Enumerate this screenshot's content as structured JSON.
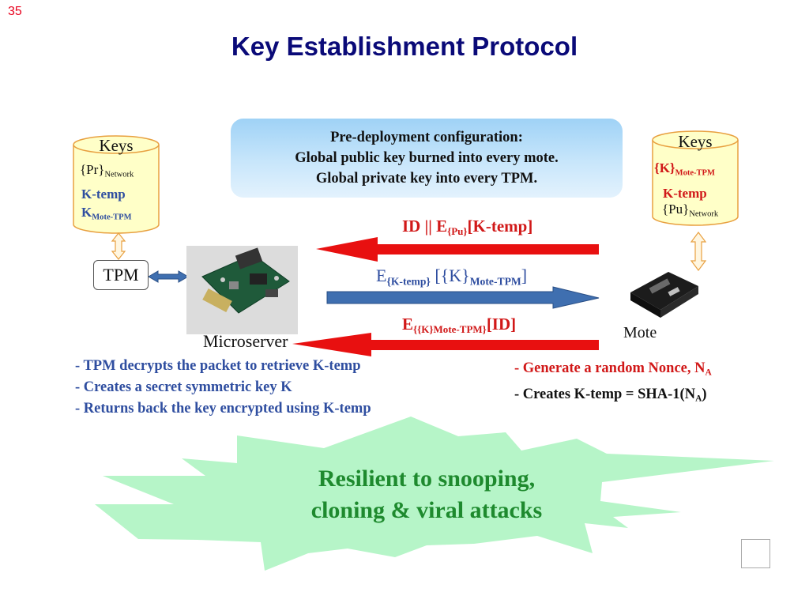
{
  "slide_number": "35",
  "title": "Key Establishment Protocol",
  "colors": {
    "title": "#0a0a78",
    "slide_number": "#e8001c",
    "blue_text": "#2f4ea0",
    "red_text": "#d11818",
    "green_text": "#1e8a2e",
    "starburst_fill": "#b6f5c8",
    "cylinder_fill": "#ffffc8",
    "cylinder_stroke": "#e8a040",
    "red_arrow": "#e81010",
    "blue_arrow": "#3f6fb0"
  },
  "config_box": {
    "line1": "Pre-deployment configuration:",
    "line2": "Global public key burned into every mote.",
    "line3": "Global private key into every TPM."
  },
  "left_keys": {
    "title": "Keys",
    "k1": "{Pr}",
    "k1_sub": "Network",
    "k2": "K-temp",
    "k3": "K",
    "k3_sub": "Mote-TPM"
  },
  "right_keys": {
    "title": "Keys",
    "k1": "{K}",
    "k1_sub": "Mote-TPM",
    "k2": "K-temp",
    "k3": "{Pu}",
    "k3_sub": "Network"
  },
  "tpm_label": "TPM",
  "microserver_label": "Microserver",
  "mote_label": "Mote",
  "arrows": {
    "a1_pre": "ID || E",
    "a1_sub": "{Pu}",
    "a1_post": "[K-temp]",
    "a2_pre": "E",
    "a2_sub": "{K-temp}",
    "a2_mid": " [{K}",
    "a2_sub2": "Mote-TPM",
    "a2_post": "]",
    "a3_pre": "E",
    "a3_sub": "{{K}Mote-TPM}",
    "a3_post": "[ID]"
  },
  "left_bullets": [
    "- TPM decrypts the packet to retrieve K-temp",
    "- Creates a secret symmetric key K",
    "- Returns back the key encrypted using K-temp"
  ],
  "right_bullets": {
    "b1_pre": "- Generate a random Nonce, N",
    "b1_sub": "A",
    "b2_pre": "- Creates K-temp = SHA-1(N",
    "b2_sub": "A",
    "b2_post": ")"
  },
  "starburst": {
    "line1": "Resilient to snooping,",
    "line2": "cloning & viral attacks"
  }
}
